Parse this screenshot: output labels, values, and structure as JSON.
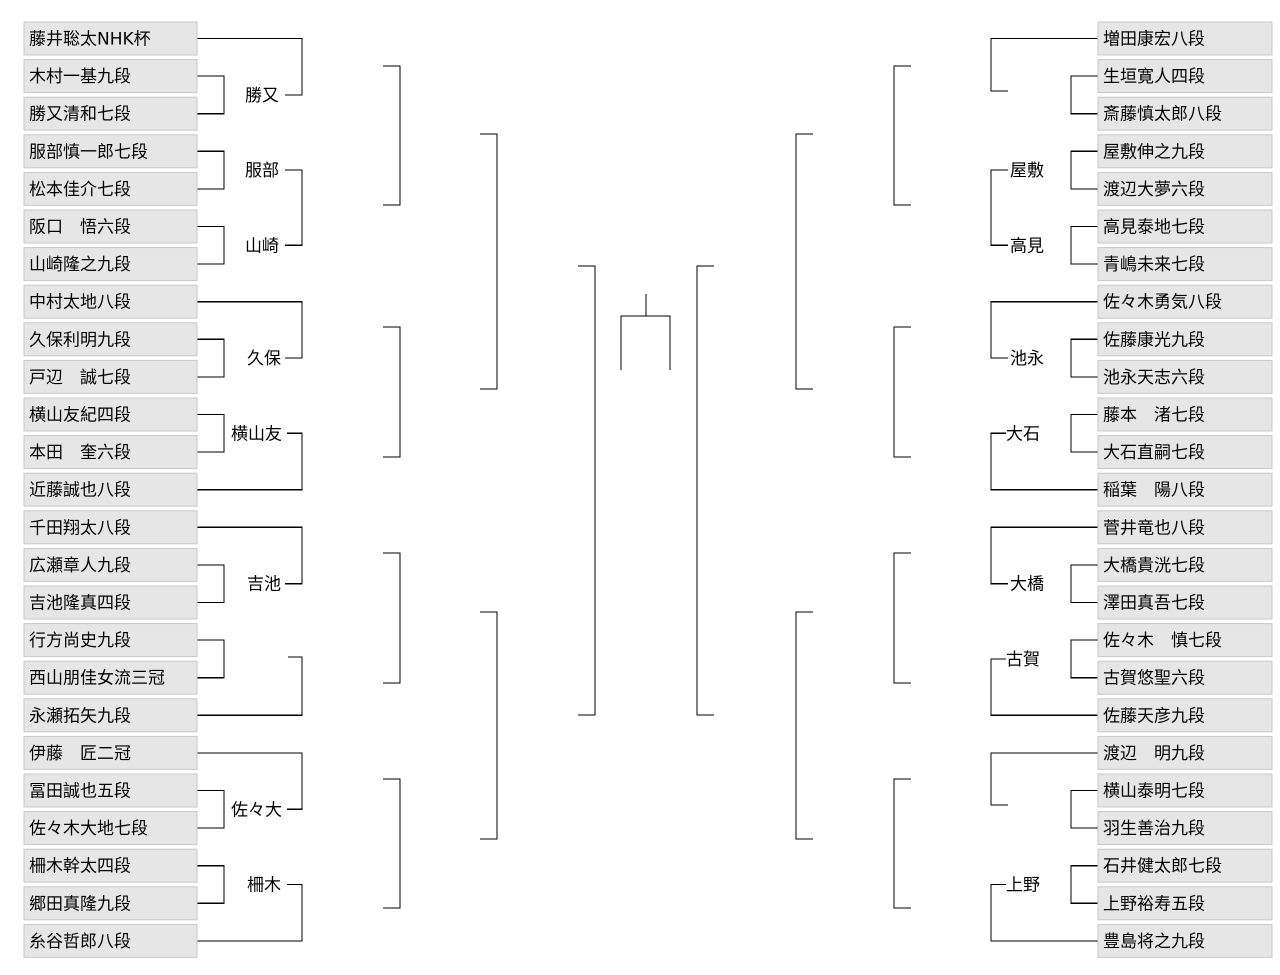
{
  "left": {
    "players": [
      "藤井聡太NHK杯",
      "木村一基九段",
      "勝又清和七段",
      "服部慎一郎七段",
      "松本佳介七段",
      "阪口　悟六段",
      "山崎隆之九段",
      "中村太地八段",
      "久保利明九段",
      "戸辺　誠七段",
      "横山友紀四段",
      "本田　奎六段",
      "近藤誠也八段",
      "千田翔太八段",
      "広瀬章人九段",
      "吉池隆真四段",
      "行方尚史九段",
      "西山朋佳女流三冠",
      "永瀬拓矢九段",
      "伊藤　匠二冠",
      "冨田誠也五段",
      "佐々木大地七段",
      "柵木幹太四段",
      "郷田真隆九段",
      "糸谷哲郎八段"
    ],
    "winners": [
      "勝又",
      "服部",
      "山崎",
      "久保",
      "横山友",
      "吉池",
      "佐々大",
      "柵木"
    ]
  },
  "right": {
    "players": [
      "増田康宏八段",
      "生垣寛人四段",
      "斎藤慎太郎八段",
      "屋敷伸之九段",
      "渡辺大夢六段",
      "高見泰地七段",
      "青嶋未来七段",
      "佐々木勇気八段",
      "佐藤康光九段",
      "池永天志六段",
      "藤本　渚七段",
      "大石直嗣七段",
      "稲葉　陽八段",
      "菅井竜也八段",
      "大橋貴洸七段",
      "澤田真吾七段",
      "佐々木　慎七段",
      "古賀悠聖六段",
      "佐藤天彦九段",
      "渡辺　明九段",
      "横山泰明七段",
      "羽生善治九段",
      "石井健太郎七段",
      "上野裕寿五段",
      "豊島将之九段"
    ],
    "winners": [
      "屋敷",
      "高見",
      "池永",
      "大石",
      "大橋",
      "古賀",
      "上野"
    ]
  }
}
